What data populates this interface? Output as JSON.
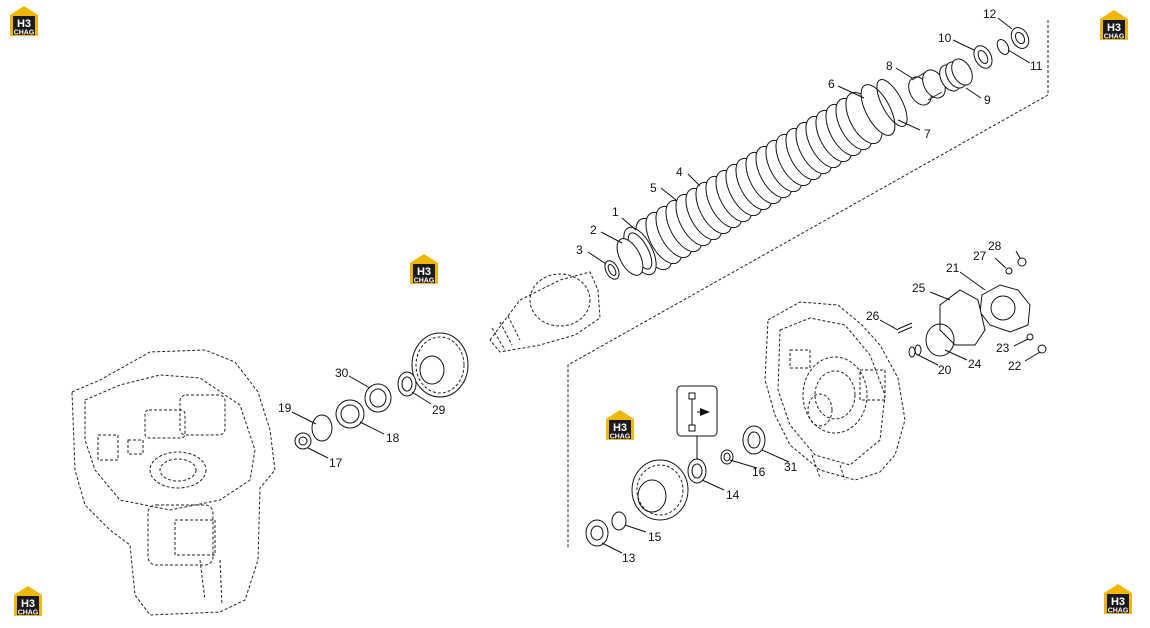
{
  "logo": {
    "big": "H3",
    "small": "CHAG"
  },
  "callouts": {
    "c1": "1",
    "c2": "2",
    "c3": "3",
    "c4": "4",
    "c5": "5",
    "c6": "6",
    "c7": "7",
    "c8": "8",
    "c9": "9",
    "c10": "10",
    "c11": "11",
    "c12": "12",
    "c13": "13",
    "c14": "14",
    "c15": "15",
    "c16": "16",
    "c17": "17",
    "c18": "18",
    "c19": "19",
    "c20": "20",
    "c21": "21",
    "c22": "22",
    "c23": "23",
    "c24": "24",
    "c25": "25",
    "c26": "26",
    "c27": "27",
    "c28": "28",
    "c29": "29",
    "c30": "30",
    "c31": "31"
  },
  "colors": {
    "logo_yellow": "#f2b705",
    "logo_dark": "#1a1a1a"
  }
}
